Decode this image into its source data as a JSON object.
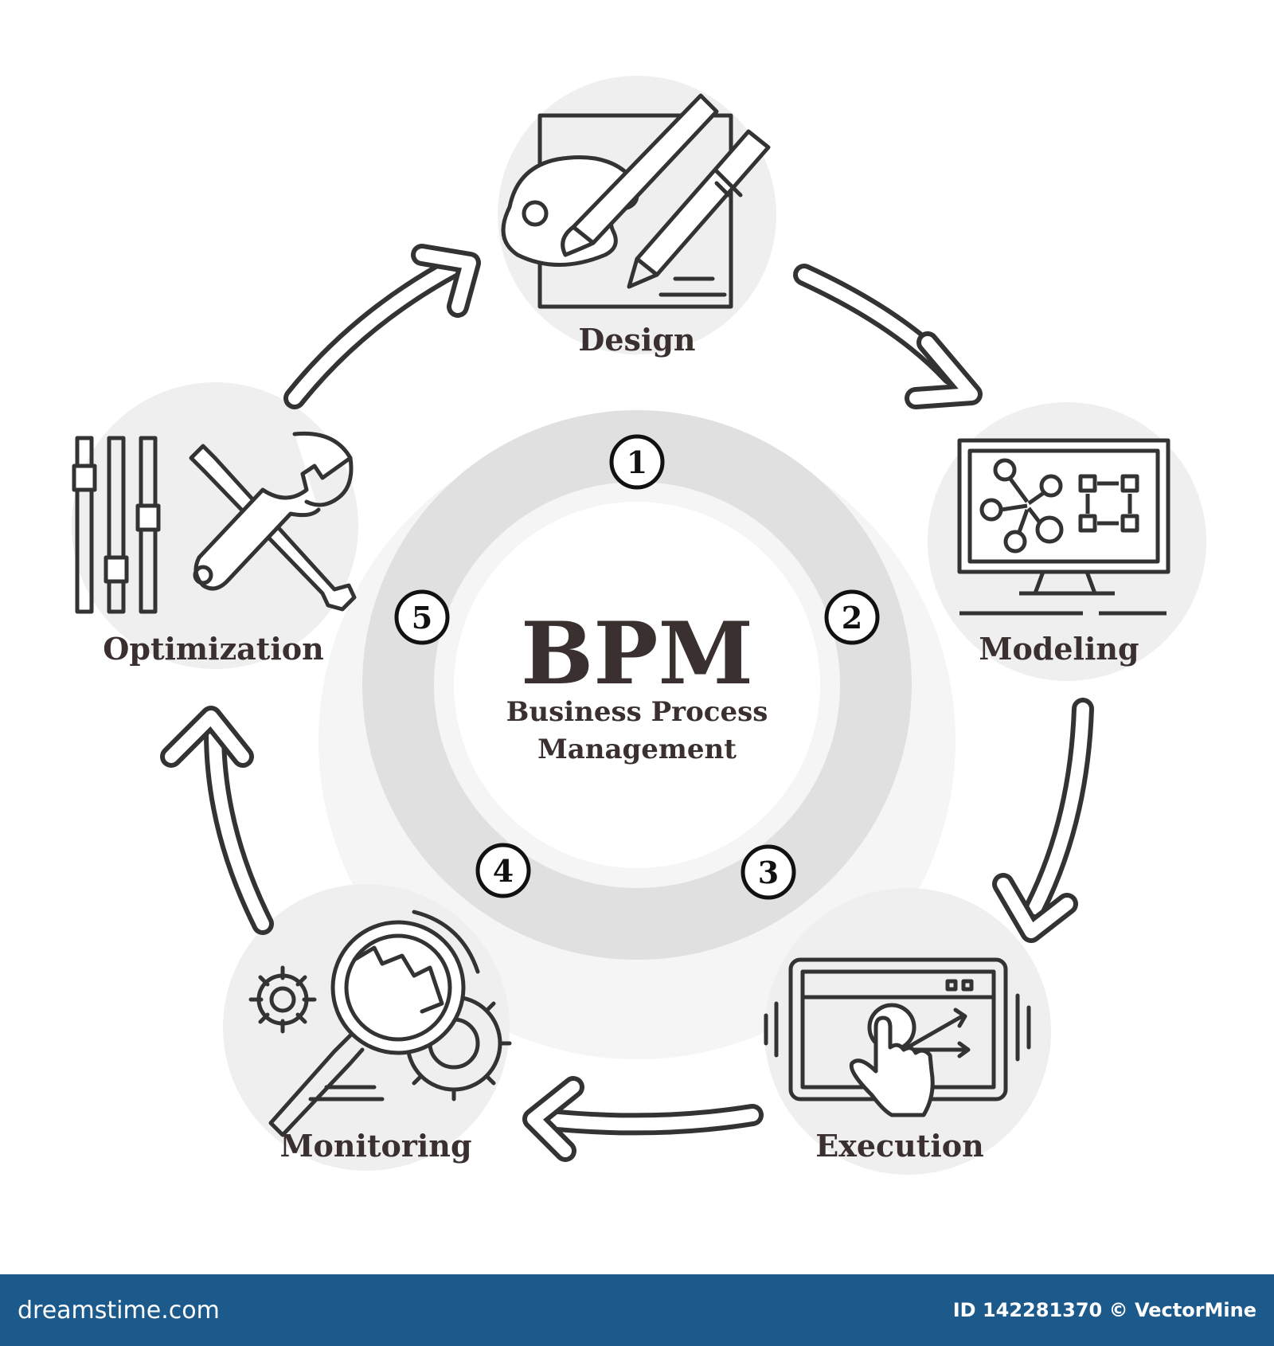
{
  "center": {
    "title": "BPM",
    "subtitle_line1": "Business Process",
    "subtitle_line2": "Management"
  },
  "steps": [
    {
      "number": "1",
      "label": "Design",
      "icon": "palette-pencil-icon"
    },
    {
      "number": "2",
      "label": "Modeling",
      "icon": "monitor-flowchart-icon"
    },
    {
      "number": "3",
      "label": "Execution",
      "icon": "touch-screen-icon"
    },
    {
      "number": "4",
      "label": "Monitoring",
      "icon": "magnifier-gears-icon"
    },
    {
      "number": "5",
      "label": "Optimization",
      "icon": "tools-sliders-icon"
    }
  ],
  "footer": {
    "logo": "dreamstime.com",
    "id_text": "ID 142281370 © VectorMine",
    "background": "#1c5a8c"
  },
  "colors": {
    "ink": "#3a3030",
    "circle_fill": "#efefef",
    "ring_fill": "#e4e4e4"
  }
}
